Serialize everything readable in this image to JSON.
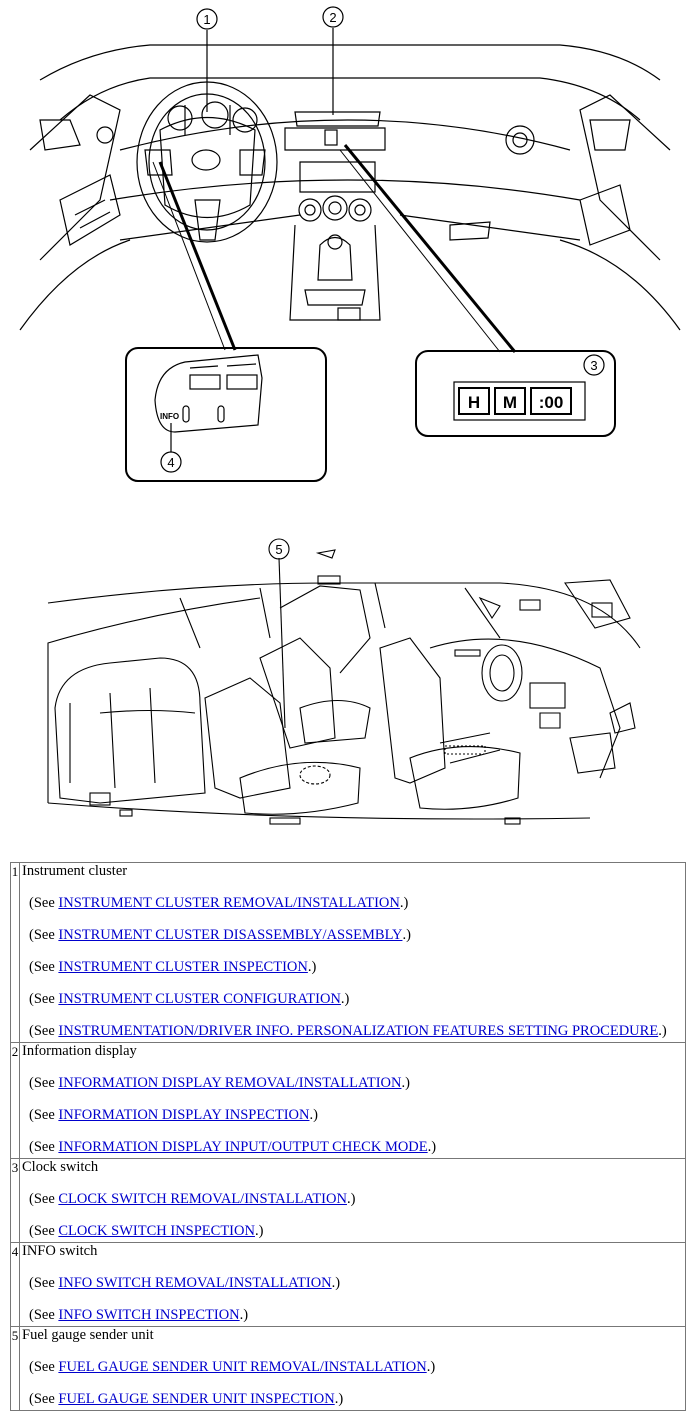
{
  "figure": {
    "callouts": [
      "1",
      "2",
      "3",
      "4",
      "5"
    ],
    "info_label": "INFO",
    "clock_buttons": [
      "H",
      "M",
      ":00"
    ]
  },
  "items": [
    {
      "num": "1",
      "title": "Instrument cluster",
      "refs": [
        "INSTRUMENT CLUSTER REMOVAL/INSTALLATION",
        "INSTRUMENT CLUSTER DISASSEMBLY/ASSEMBLY",
        "INSTRUMENT CLUSTER INSPECTION",
        "INSTRUMENT CLUSTER CONFIGURATION",
        "INSTRUMENTATION/DRIVER INFO. PERSONALIZATION FEATURES SETTING PROCEDURE"
      ]
    },
    {
      "num": "2",
      "title": "Information display",
      "refs": [
        "INFORMATION DISPLAY REMOVAL/INSTALLATION",
        "INFORMATION DISPLAY INSPECTION",
        "INFORMATION DISPLAY INPUT/OUTPUT CHECK MODE"
      ]
    },
    {
      "num": "3",
      "title": "Clock switch",
      "refs": [
        "CLOCK SWITCH REMOVAL/INSTALLATION",
        "CLOCK SWITCH INSPECTION"
      ]
    },
    {
      "num": "4",
      "title": "INFO switch",
      "refs": [
        "INFO SWITCH REMOVAL/INSTALLATION",
        "INFO SWITCH INSPECTION"
      ]
    },
    {
      "num": "5",
      "title": "Fuel gauge sender unit",
      "refs": [
        "FUEL GAUGE SENDER UNIT REMOVAL/INSTALLATION",
        "FUEL GAUGE SENDER UNIT INSPECTION"
      ]
    }
  ],
  "ref_prefix": "(See ",
  "ref_suffix": ".)"
}
